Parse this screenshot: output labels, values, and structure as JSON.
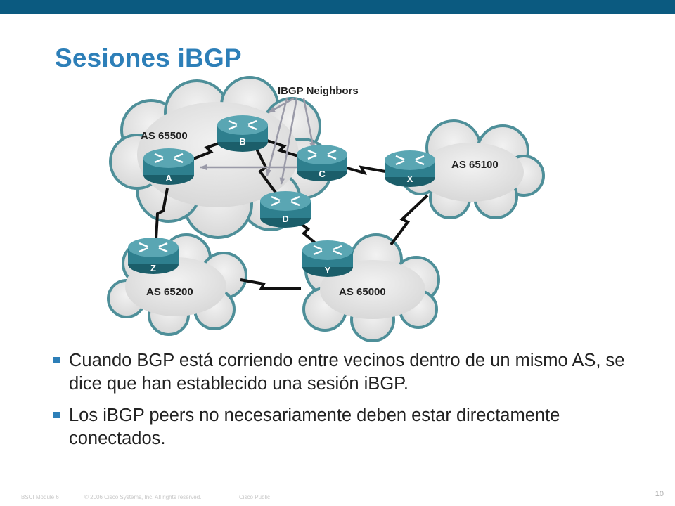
{
  "title": "Sesiones iBGP",
  "diagram": {
    "neighbors_label": "IBGP Neighbors",
    "clouds": [
      {
        "id": "as65500",
        "label": "AS 65500"
      },
      {
        "id": "as65100",
        "label": "AS 65100"
      },
      {
        "id": "as65200",
        "label": "AS 65200"
      },
      {
        "id": "as65000",
        "label": "AS 65000"
      }
    ],
    "routers": [
      {
        "id": "A",
        "label": "A"
      },
      {
        "id": "B",
        "label": "B"
      },
      {
        "id": "C",
        "label": "C"
      },
      {
        "id": "D",
        "label": "D"
      },
      {
        "id": "X",
        "label": "X"
      },
      {
        "id": "Z",
        "label": "Z"
      },
      {
        "id": "Y",
        "label": "Y"
      }
    ],
    "links": [
      {
        "from": "A",
        "to": "B"
      },
      {
        "from": "B",
        "to": "C"
      },
      {
        "from": "B",
        "to": "D"
      },
      {
        "from": "D",
        "to": "Y"
      },
      {
        "from": "C",
        "to": "X"
      },
      {
        "from": "A",
        "to": "Z"
      },
      {
        "from": "Z",
        "to": "Y"
      },
      {
        "from": "Y",
        "to": "X"
      }
    ],
    "colors": {
      "cloud": "#e3e3e3",
      "cloud_edge": "#4e8f99",
      "router": "#2e7f8e",
      "neighbor_arrow": "#9a9aa8"
    }
  },
  "bullets": [
    "Cuando BGP está corriendo entre vecinos dentro de un mismo AS, se dice que han establecido una sesión iBGP.",
    "Los iBGP peers no necesariamente deben estar directamente conectados."
  ],
  "footer": {
    "module": "BSCI Module 6",
    "copyright": "© 2006 Cisco Systems, Inc. All rights reserved.",
    "classification": "Cisco Public",
    "page": "10"
  }
}
